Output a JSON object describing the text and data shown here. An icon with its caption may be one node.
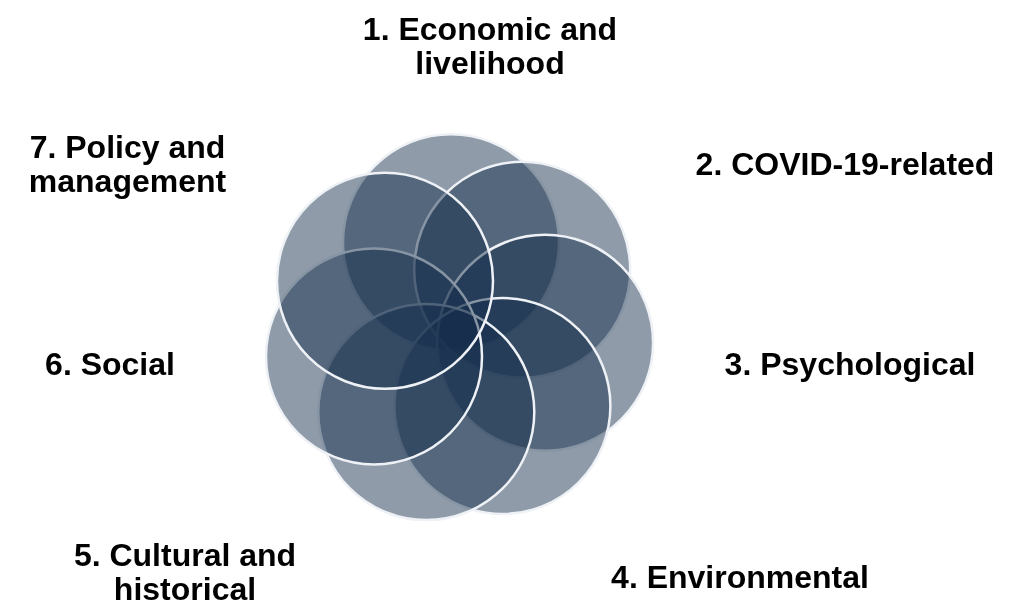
{
  "diagram": {
    "labels": [
      "1. Economic and livelihood",
      "2. COVID-19-related",
      "3. Psychological",
      "4. Environmental",
      "5. Cultural and historical",
      "6. Social",
      "7. Policy and management"
    ]
  }
}
